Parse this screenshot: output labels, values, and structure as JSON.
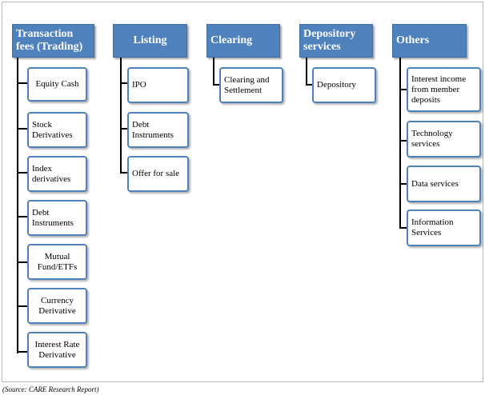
{
  "columns": [
    {
      "header": "Transaction fees (Trading)",
      "items": [
        "Equity Cash",
        "Stock Derivatives",
        "Index derivatives",
        "Debt Instruments",
        "Mutual Fund/ETFs",
        "Currency Derivative",
        "Interest Rate Derivative"
      ]
    },
    {
      "header": "Listing",
      "items": [
        "IPO",
        "Debt Instruments",
        "Offer for sale"
      ]
    },
    {
      "header": "Clearing",
      "items": [
        "Clearing and Settlement"
      ]
    },
    {
      "header": "Depository services",
      "items": [
        "Depository"
      ]
    },
    {
      "header": "Others",
      "items": [
        "Interest income from member deposits",
        "Technology services",
        "Data services",
        "Information Services"
      ]
    }
  ],
  "source": "(Source: CARE Research Report)",
  "colors": {
    "header_fill": "#4f81bd",
    "child_border": "#4f81bd",
    "connector": "#000000"
  }
}
